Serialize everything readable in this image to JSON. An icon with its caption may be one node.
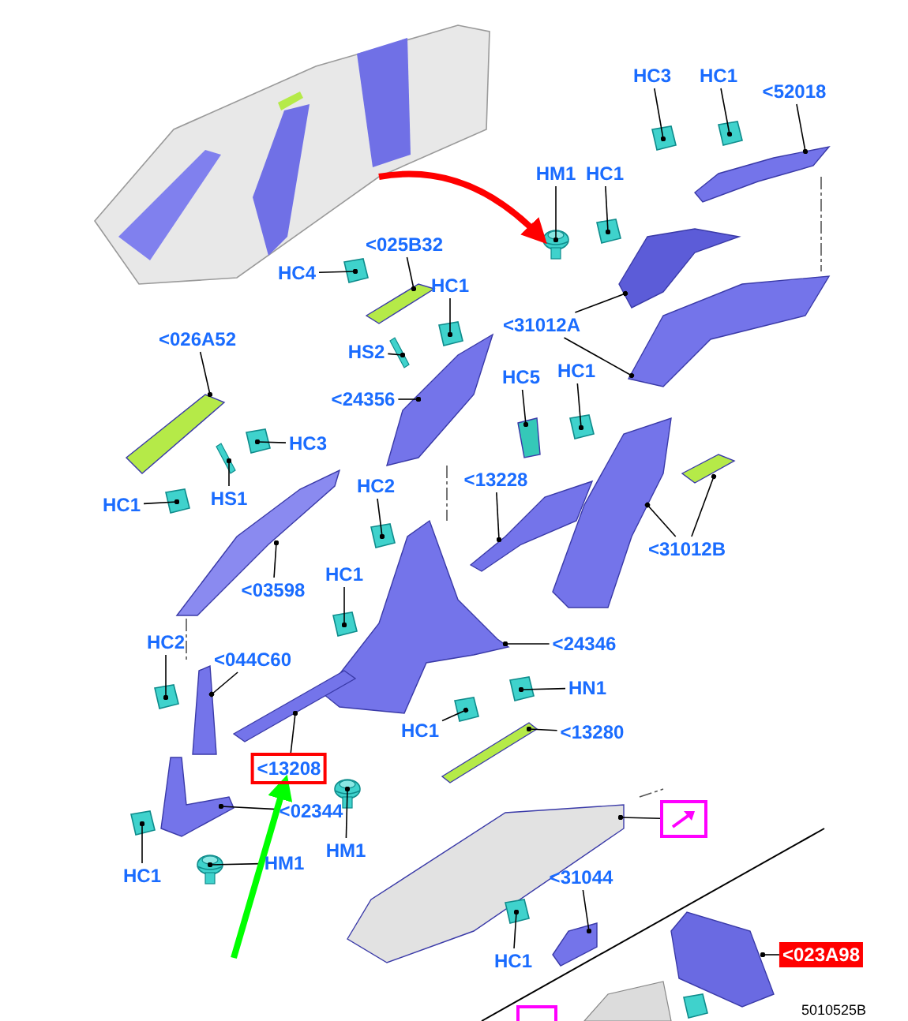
{
  "diagram": {
    "nodes": [
      {
        "text": [],
        "shape": "picture"
      },
      {
        "text": [
          "HC3"
        ]
      },
      {
        "text": [],
        "shape": "picture"
      },
      {
        "text": [
          "HC1"
        ]
      },
      {
        "text": [],
        "shape": "picture"
      },
      {
        "text": [
          "<52018"
        ]
      },
      {
        "text": [],
        "shape": "picture"
      },
      {
        "text": [
          "HM1"
        ]
      },
      {
        "text": [],
        "shape": "picture"
      },
      {
        "text": [
          "HC1"
        ]
      },
      {
        "text": [],
        "shape": "picture"
      },
      {
        "text": [
          "<025B32"
        ]
      },
      {
        "text": [],
        "shape": "picture"
      },
      {
        "text": [
          "HC4"
        ]
      },
      {
        "text": [],
        "shape": "picture"
      },
      {
        "text": [
          "HC1"
        ]
      },
      {
        "text": [],
        "shape": "picture"
      },
      {
        "text": [
          "<31012A"
        ]
      },
      {
        "text": [],
        "shape": "picture"
      },
      {
        "text": [],
        "shape": "picture"
      },
      {
        "text": [
          "<026A52"
        ]
      },
      {
        "text": [],
        "shape": "picture"
      },
      {
        "text": [
          "HS2"
        ]
      },
      {
        "text": [],
        "shape": "picture"
      },
      {
        "text": [
          "<24356"
        ]
      },
      {
        "text": [],
        "shape": "picture"
      },
      {
        "text": [
          "HC3"
        ]
      },
      {
        "text": [],
        "shape": "picture"
      },
      {
        "text": [
          "HS1"
        ]
      },
      {
        "text": [],
        "shape": "picture"
      },
      {
        "text": [
          "HC1"
        ]
      },
      {
        "text": [],
        "shape": "picture"
      },
      {
        "text": [
          "HC5"
        ]
      },
      {
        "text": [],
        "shape": "picture"
      },
      {
        "text": [
          "HC1"
        ]
      },
      {
        "text": [],
        "shape": "picture"
      },
      {
        "text": [
          "<31012B"
        ]
      },
      {
        "text": [],
        "shape": "picture"
      },
      {
        "text": [],
        "shape": "picture"
      },
      {
        "text": [
          "HC2"
        ]
      },
      {
        "text": [],
        "shape": "picture"
      },
      {
        "text": [
          "<13228"
        ]
      },
      {
        "text": [],
        "shape": "picture"
      },
      {
        "text": [
          "<03598"
        ]
      },
      {
        "text": [],
        "shape": "picture"
      },
      {
        "text": [
          "HC1"
        ]
      },
      {
        "text": [],
        "shape": "picture"
      },
      {
        "text": [
          "<24346"
        ]
      },
      {
        "text": [],
        "shape": "picture"
      },
      {
        "text": [
          "HC2"
        ]
      },
      {
        "text": [],
        "shape": "picture"
      },
      {
        "text": [
          "<044C60"
        ]
      },
      {
        "text": [],
        "shape": "picture"
      },
      {
        "text": [
          "HN1"
        ]
      },
      {
        "text": [],
        "shape": "picture"
      },
      {
        "text": [
          "HC1"
        ]
      },
      {
        "text": [],
        "shape": "picture"
      },
      {
        "text": [
          "<13280"
        ]
      },
      {
        "text": [],
        "shape": "picture"
      },
      {
        "text": [
          "<13208"
        ]
      },
      {
        "text": [],
        "shape": "picture"
      },
      {
        "text": [
          "<02344"
        ]
      },
      {
        "text": [],
        "shape": "picture"
      },
      {
        "text": [
          "HC1"
        ]
      },
      {
        "text": [],
        "shape": "picture"
      },
      {
        "text": [
          "HM1"
        ]
      },
      {
        "text": [],
        "shape": "picture"
      },
      {
        "text": [
          "HM1"
        ]
      },
      {
        "text": [],
        "shape": "picture"
      },
      {
        "text": [],
        "shape": "box"
      },
      {
        "text": [],
        "shape": "picture"
      },
      {
        "text": [
          "<31044"
        ]
      },
      {
        "text": [],
        "shape": "picture"
      },
      {
        "text": [
          "HC1"
        ]
      },
      {
        "text": [],
        "shape": "picture"
      },
      {
        "text": [
          "<023A98"
        ]
      },
      {
        "text": [],
        "shape": "picture"
      },
      {
        "text": [],
        "shape": "box"
      }
    ],
    "edges": [
      {
        "from": 0,
        "to": 8,
        "arrow": "to",
        "style": "thick",
        "color": "#ff0000"
      },
      {
        "from": 1,
        "to": 2,
        "arrow": "other"
      },
      {
        "from": 3,
        "to": 4,
        "arrow": "other"
      },
      {
        "from": 5,
        "to": 6,
        "arrow": "other"
      },
      {
        "from": 7,
        "to": 8,
        "arrow": "other"
      },
      {
        "from": 9,
        "to": 10,
        "arrow": "other"
      },
      {
        "from": 11,
        "to": 12,
        "arrow": "other"
      },
      {
        "from": 13,
        "to": 14,
        "arrow": "other"
      },
      {
        "from": 15,
        "to": 16,
        "arrow": "other"
      },
      {
        "from": 17,
        "to": 18,
        "arrow": "other"
      },
      {
        "from": 17,
        "to": 19,
        "arrow": "other"
      },
      {
        "from": 20,
        "to": 21,
        "arrow": "other"
      },
      {
        "from": 22,
        "to": 23,
        "arrow": "other"
      },
      {
        "from": 24,
        "to": 25,
        "arrow": "other"
      },
      {
        "from": 26,
        "to": 27,
        "arrow": "other"
      },
      {
        "from": 28,
        "to": 29,
        "arrow": "other"
      },
      {
        "from": 30,
        "to": 31,
        "arrow": "other"
      },
      {
        "from": 32,
        "to": 33,
        "arrow": "other"
      },
      {
        "from": 34,
        "to": 35,
        "arrow": "other"
      },
      {
        "from": 36,
        "to": 37,
        "arrow": "other"
      },
      {
        "from": 36,
        "to": 38,
        "arrow": "other"
      },
      {
        "from": 39,
        "to": 40,
        "arrow": "other"
      },
      {
        "from": 41,
        "to": 42,
        "arrow": "other"
      },
      {
        "from": 43,
        "to": 44,
        "arrow": "other"
      },
      {
        "from": 45,
        "to": 46,
        "arrow": "other"
      },
      {
        "from": 47,
        "to": 48,
        "arrow": "other"
      },
      {
        "from": 49,
        "to": 50,
        "arrow": "other"
      },
      {
        "from": 51,
        "to": 52,
        "arrow": "other"
      },
      {
        "from": 53,
        "to": 54,
        "arrow": "other"
      },
      {
        "from": 55,
        "to": 56,
        "arrow": "other"
      },
      {
        "from": 57,
        "to": 58,
        "arrow": "other"
      },
      {
        "from": 59,
        "to": 60,
        "arrow": "other"
      },
      {
        "from": 61,
        "to": 62,
        "arrow": "other"
      },
      {
        "from": 63,
        "to": 64,
        "arrow": "other"
      },
      {
        "from": 65,
        "to": 66,
        "arrow": "other"
      },
      {
        "from": 67,
        "to": 68,
        "arrow": "other"
      },
      {
        "from": 69,
        "to": 70,
        "arrow": "other"
      },
      {
        "from": 71,
        "to": 72,
        "arrow": "other"
      },
      {
        "from": 73,
        "to": 74,
        "arrow": "other"
      },
      {
        "from": 75,
        "to": 76,
        "arrow": "other"
      },
      {
        "from": null,
        "to": 59,
        "arrow": "to",
        "style": "thick",
        "color": "#00ff00"
      }
    ],
    "labels": [
      "5010525B"
    ]
  }
}
